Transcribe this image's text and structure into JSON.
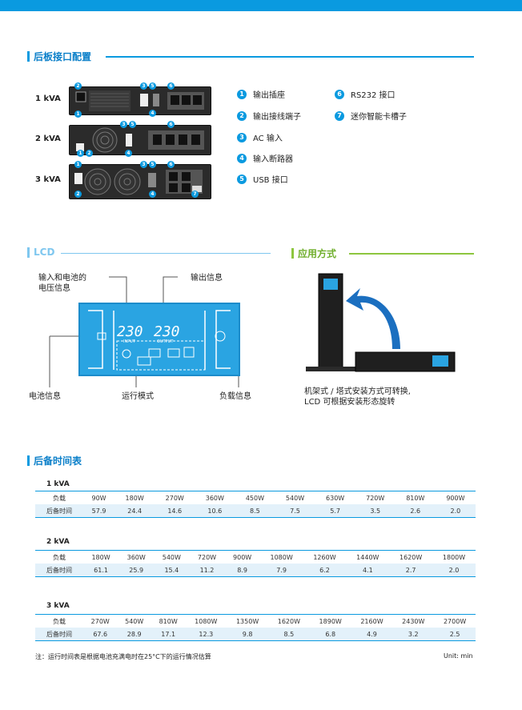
{
  "sections": {
    "rear": "后板接口配置",
    "lcd": "LCD",
    "app": "应用方式",
    "backup": "后备时间表"
  },
  "models": [
    "1 kVA",
    "2 kVA",
    "3 kVA"
  ],
  "legend": [
    {
      "n": "1",
      "label": "输出插座"
    },
    {
      "n": "2",
      "label": "输出接线端子"
    },
    {
      "n": "3",
      "label": "AC 输入"
    },
    {
      "n": "4",
      "label": "输入断路器"
    },
    {
      "n": "5",
      "label": "USB 接口"
    },
    {
      "n": "6",
      "label": "RS232 接口"
    },
    {
      "n": "7",
      "label": "迷你智能卡槽子"
    }
  ],
  "lcd_labels": {
    "input": "输入和电池的\n电压信息",
    "output": "输出信息",
    "battery": "电池信息",
    "mode": "运行模式",
    "load": "负载信息",
    "in_val": "230",
    "out_val": "230",
    "in_tag": "INPUT",
    "out_tag": "OUTPUT"
  },
  "app_caption": "机架式 / 塔式安装方式可转换,\nLCD 可根据安装形态旋转",
  "tables": [
    {
      "kva": "1 kVA",
      "load_label": "负载",
      "time_label": "后备时间",
      "loads": [
        "90W",
        "180W",
        "270W",
        "360W",
        "450W",
        "540W",
        "630W",
        "720W",
        "810W",
        "900W"
      ],
      "times": [
        "57.9",
        "24.4",
        "14.6",
        "10.6",
        "8.5",
        "7.5",
        "5.7",
        "3.5",
        "2.6",
        "2.0"
      ]
    },
    {
      "kva": "2 kVA",
      "load_label": "负载",
      "time_label": "后备时间",
      "loads": [
        "180W",
        "360W",
        "540W",
        "720W",
        "900W",
        "1080W",
        "1260W",
        "1440W",
        "1620W",
        "1800W"
      ],
      "times": [
        "61.1",
        "25.9",
        "15.4",
        "11.2",
        "8.9",
        "7.9",
        "6.2",
        "4.1",
        "2.7",
        "2.0"
      ]
    },
    {
      "kva": "3 kVA",
      "load_label": "负载",
      "time_label": "后备时间",
      "loads": [
        "270W",
        "540W",
        "810W",
        "1080W",
        "1350W",
        "1620W",
        "1890W",
        "2160W",
        "2430W",
        "2700W"
      ],
      "times": [
        "67.6",
        "28.9",
        "17.1",
        "12.3",
        "9.8",
        "8.5",
        "6.8",
        "4.9",
        "3.2",
        "2.5"
      ]
    }
  ],
  "note": "注：运行时间表是根据电池充满电时在25°C下的运行情况估算",
  "unit": "Unit: min"
}
